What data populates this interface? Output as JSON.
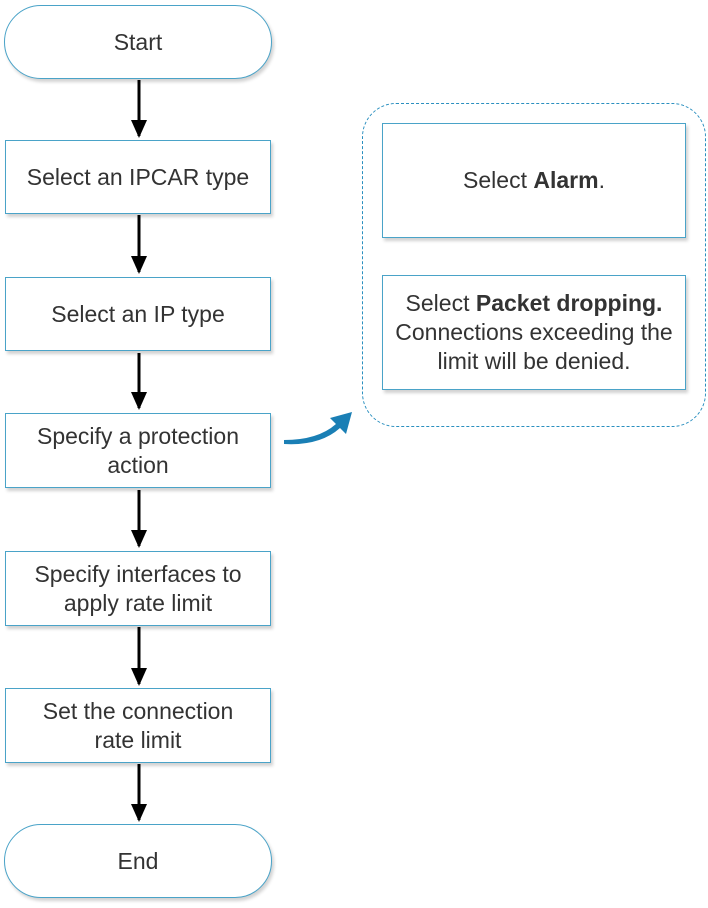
{
  "flow": {
    "start": "Start",
    "step1": "Select an IPCAR type",
    "step2": "Select an IP type",
    "step3": "Specify a protection action",
    "step4": "Specify interfaces to apply rate limit",
    "step5": "Set the connection rate limit",
    "end": "End"
  },
  "options": {
    "alarm": {
      "prefix": "Select ",
      "bold": "Alarm",
      "suffix": "."
    },
    "drop": {
      "prefix": "Select ",
      "bold": "Packet dropping.",
      "rest": "Connections exceeding the limit will be denied."
    }
  },
  "colors": {
    "border": "#4aa3c8",
    "dashed": "#2a8fbf",
    "arrow": "#000000",
    "callout": "#1a7fb5"
  }
}
